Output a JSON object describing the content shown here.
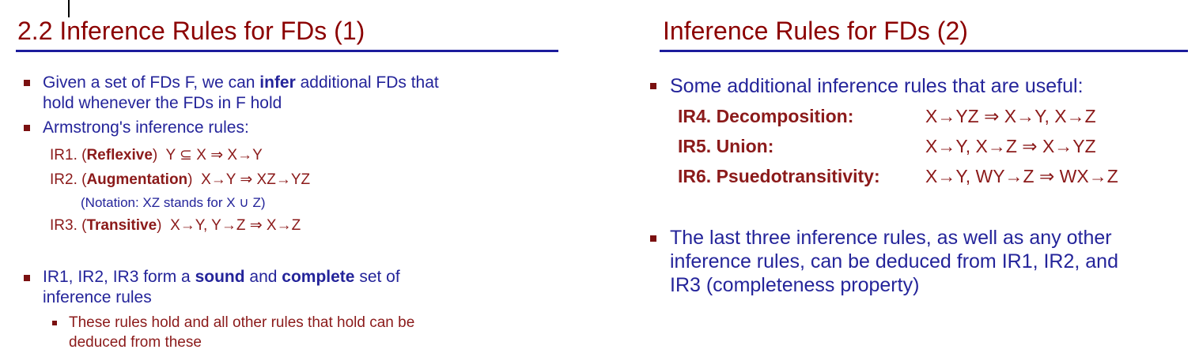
{
  "left_slide": {
    "title": "2.2 Inference Rules for FDs (1)",
    "bullet1": {
      "line1_pre": "Given a set of FDs F, we can ",
      "line1_bold": "infer",
      "line1_post": " additional FDs that",
      "line2": "hold whenever the FDs in F hold"
    },
    "bullet2": "Armstrong's inference rules:",
    "ir1": {
      "prefix": "IR1. (",
      "name": "Reflexive",
      "suffix": ")",
      "expr": "Y ⊆ X  ⇒  X→Y"
    },
    "ir2": {
      "prefix": "IR2. (",
      "name": "Augmentation",
      "suffix": ")",
      "expr": "X→Y ⇒ XZ→YZ"
    },
    "notation": "(Notation: XZ stands for X ∪ Z)",
    "ir3": {
      "prefix": "IR3. (",
      "name": "Transitive",
      "suffix": ")",
      "expr": "X→Y,  Y→Z  ⇒  X→Z"
    },
    "bullet3": {
      "line1_pre": "IR1, IR2, IR3 form a ",
      "bold1": "sound",
      "mid": " and ",
      "bold2": "complete",
      "line1_post": " set of",
      "line2": "inference rules"
    },
    "sub_bullet": {
      "line1": "These rules hold and all other rules that hold can be",
      "line2": "deduced from these"
    }
  },
  "right_slide": {
    "title": "Inference Rules for FDs (2)",
    "bullet1": "Some additional inference rules that are useful:",
    "rules": [
      {
        "name": "IR4. Decomposition:",
        "expr": "X→YZ ⇒ X→Y, X→Z"
      },
      {
        "name": "IR5. Union:",
        "expr": "X→Y, X→Z ⇒ X→YZ"
      },
      {
        "name": "IR6. Psuedotransitivity:",
        "expr": "X→Y, WY→Z ⇒ WX→Z"
      }
    ],
    "bullet2": {
      "line1": "The last three inference rules, as well as any other",
      "line2": "inference rules, can be deduced from IR1, IR2, and",
      "line3": "IR3 (completeness property)"
    }
  },
  "colors": {
    "title": "#8b0000",
    "rule_line": "#1c1c9c",
    "bullet_text": "#24249a",
    "rule_text": "#8b1a1a"
  }
}
